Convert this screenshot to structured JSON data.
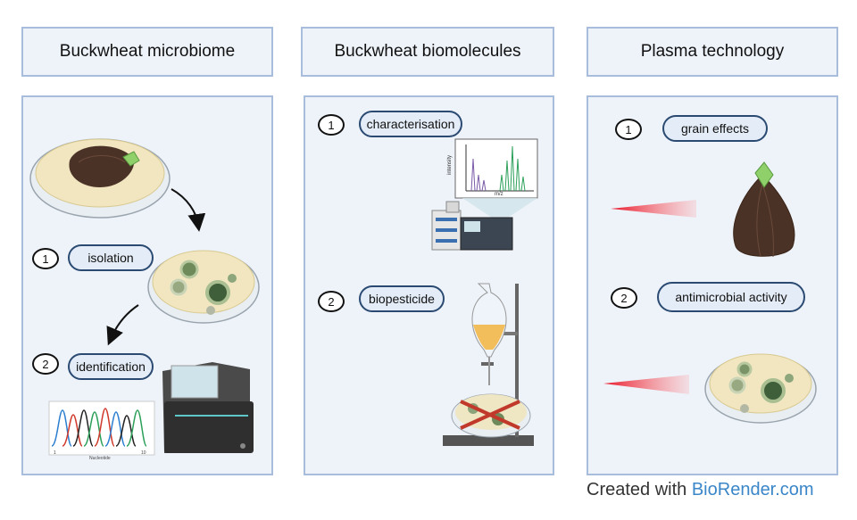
{
  "headers": {
    "microbiome": "Buckwheat microbiome",
    "biomolecules": "Buckwheat biomolecules",
    "plasma": "Plasma technology"
  },
  "microbiome_steps": [
    {
      "num": "1",
      "label": "isolation"
    },
    {
      "num": "2",
      "label": "identification"
    }
  ],
  "biomolecules_steps": [
    {
      "num": "1",
      "label": "characterisation"
    },
    {
      "num": "2",
      "label": "biopesticide"
    }
  ],
  "plasma_steps": [
    {
      "num": "1",
      "label": "grain effects"
    },
    {
      "num": "2",
      "label": "antimicrobial activity"
    }
  ],
  "spectrum_chart": {
    "y_label": "intensity",
    "x_label": "m/z"
  },
  "chromatogram": {
    "x_label": "Nucleotide",
    "tick_start": "1",
    "tick_end": "10"
  },
  "credit": {
    "prefix": "Created with ",
    "brand": "BioRender.com"
  }
}
